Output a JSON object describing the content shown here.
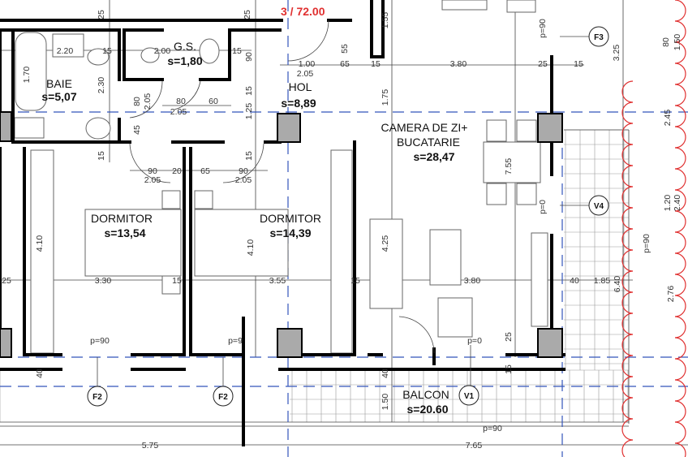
{
  "level_label": "3 / 72.00",
  "rooms": [
    {
      "name": "BAIE",
      "area": "s=5,07"
    },
    {
      "name": "G.S.",
      "area": "s=1,80"
    },
    {
      "name": "HOL",
      "area": "s=8,89"
    },
    {
      "name": "CAMERA DE ZI+",
      "name2": "BUCATARIE",
      "area": "s=28,47"
    },
    {
      "name": "DORMITOR",
      "area": "s=13,54"
    },
    {
      "name": "DORMITOR",
      "area": "s=14,39"
    },
    {
      "name": "BALCON",
      "area": "s=20.60"
    }
  ],
  "tags": [
    "F3",
    "V4",
    "F2",
    "F2",
    "V1"
  ],
  "dimensions": [
    "25",
    "25",
    "2.20",
    "15",
    "2.00",
    "15",
    "90",
    "1.55",
    "1.70",
    "2.30",
    "1.00",
    "2.05",
    "65",
    "15",
    "3.80",
    "25",
    "15",
    "55",
    "p=90",
    "3.25",
    "80",
    "1.50",
    "80",
    "2.05",
    "80",
    "2.05",
    "60",
    "15",
    "1.25",
    "1.75",
    "45",
    "15",
    "15",
    "90",
    "2.05",
    "20",
    "65",
    "90",
    "2.05",
    "7.55",
    "2.45",
    "1.20",
    "2.40",
    "p=0",
    "4.10",
    "4.10",
    "4.25",
    "25",
    "3.30",
    "15",
    "3.55",
    "15",
    "3.80",
    "40",
    "1.85",
    "6.40",
    "2.76",
    "p=90",
    "p=90",
    "p=9",
    "p=0",
    "25",
    "15",
    "40",
    "40",
    "1.50",
    "5.75",
    "7.65",
    "p=90"
  ],
  "colors": {
    "wall": "#000000",
    "axis": "#3355bb",
    "boundary": "#e03030",
    "level": "#e03030"
  }
}
